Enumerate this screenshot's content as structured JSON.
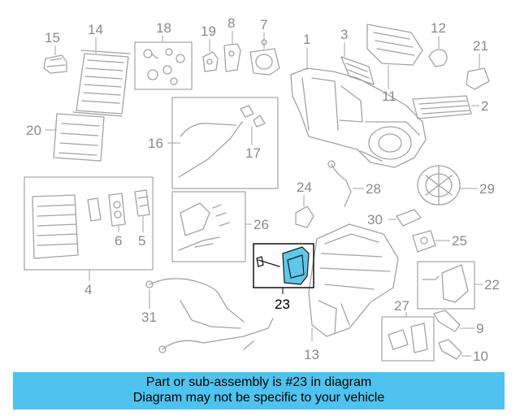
{
  "callouts": {
    "c1": "1",
    "c2": "2",
    "c3": "3",
    "c4": "4",
    "c5": "5",
    "c6": "6",
    "c7": "7",
    "c8": "8",
    "c9": "9",
    "c10": "10",
    "c11": "11",
    "c12": "12",
    "c13": "13",
    "c14": "14",
    "c15": "15",
    "c16": "16",
    "c17": "17",
    "c18": "18",
    "c19": "19",
    "c20": "20",
    "c21": "21",
    "c22": "22",
    "c23": "23",
    "c24": "24",
    "c25": "25",
    "c26": "26",
    "c27": "27",
    "c28": "28",
    "c29": "29",
    "c30": "30",
    "c31": "31"
  },
  "highlighted_part": "23",
  "colors": {
    "highlight": "#5ec8ea",
    "banner": "#4ec3ef",
    "line_art": "#a3a3a3"
  },
  "banner": {
    "line1": "Part or sub-assembly is #23 in diagram",
    "line2": "Diagram may not be specific to your vehicle"
  }
}
